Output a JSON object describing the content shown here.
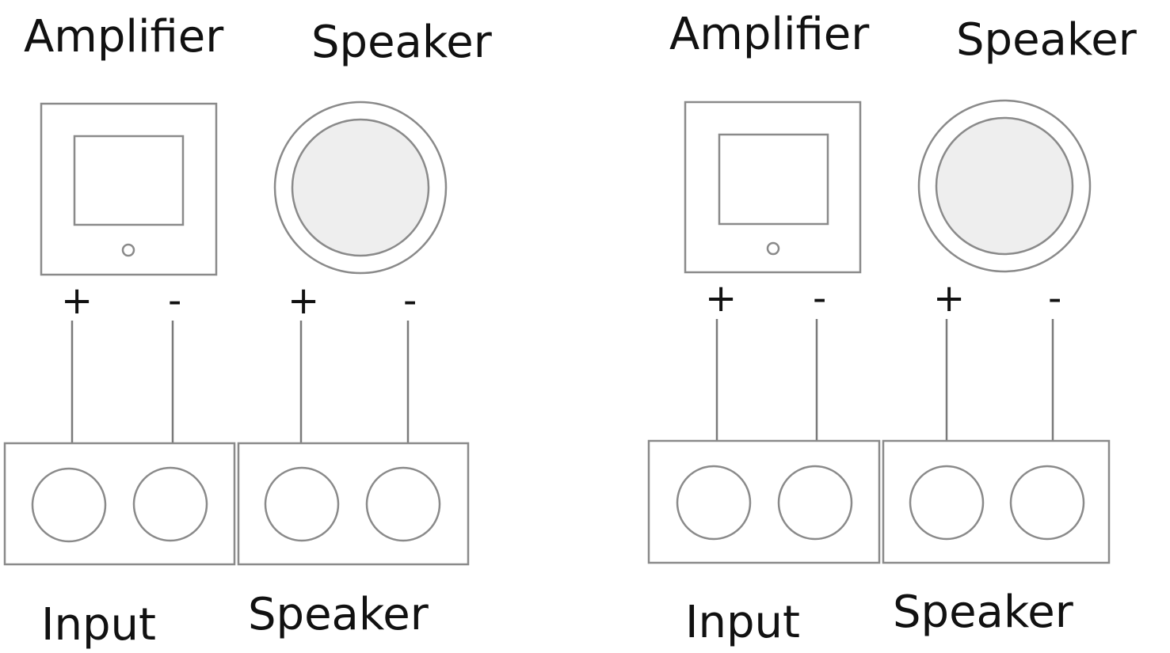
{
  "colors": {
    "line": "#8a8a8a",
    "cone": "#eeeeee",
    "text": "#111111"
  },
  "panels": [
    {
      "amplifier_label": "Amplifier",
      "speaker_label": "Speaker",
      "plus": "+",
      "minus": "-",
      "input_label": "Input",
      "speaker_block_label": "Speaker"
    },
    {
      "amplifier_label": "Amplifier",
      "speaker_label": "Speaker",
      "plus": "+",
      "minus": "-",
      "input_label": "Input",
      "speaker_block_label": "Speaker"
    }
  ]
}
